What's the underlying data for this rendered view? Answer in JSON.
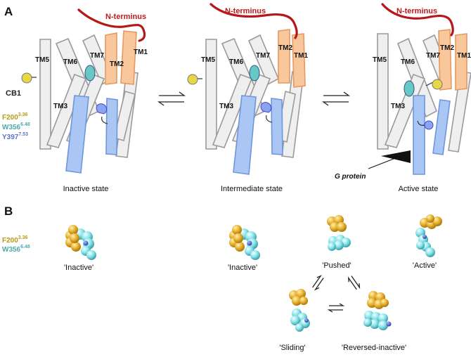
{
  "panel_a": {
    "label": "A",
    "n_terminus": "N-terminus",
    "receptor": "CB1",
    "helices": {
      "tm1": "TM1",
      "tm2": "TM2",
      "tm3": "TM3",
      "tm5": "TM5",
      "tm6": "TM6",
      "tm7": "TM7"
    },
    "residues": [
      {
        "name": "F200",
        "sup": "3.36",
        "color": "#b99a12"
      },
      {
        "name": "W356",
        "sup": "6.48",
        "color": "#4fa9a9"
      },
      {
        "name": "Y397",
        "sup": "7.53",
        "color": "#5b73c9"
      }
    ],
    "states": [
      "Inactive state",
      "Intermediate state",
      "Active state"
    ],
    "g_protein": "G protein"
  },
  "panel_b": {
    "label": "B",
    "residues": [
      {
        "name": "F200",
        "sup": "3.36",
        "color": "#b99a12"
      },
      {
        "name": "W356",
        "sup": "6.48",
        "color": "#4fa9a9"
      }
    ],
    "conformers": [
      "'Inactive'",
      "'Inactive'",
      "'Pushed'",
      "'Active'",
      "'Sliding'",
      "'Reversed-inactive'"
    ]
  },
  "colors": {
    "n_terminus": "#b5171b",
    "helix_grey": "#efefef",
    "helix_orange": "#f8c79c",
    "helix_blue": "#a9c6f4",
    "phe": "#e8b030",
    "trp": "#86e3ea",
    "tyr": "#8aa4f0",
    "trp_nitrogen": "#3b58c9"
  }
}
